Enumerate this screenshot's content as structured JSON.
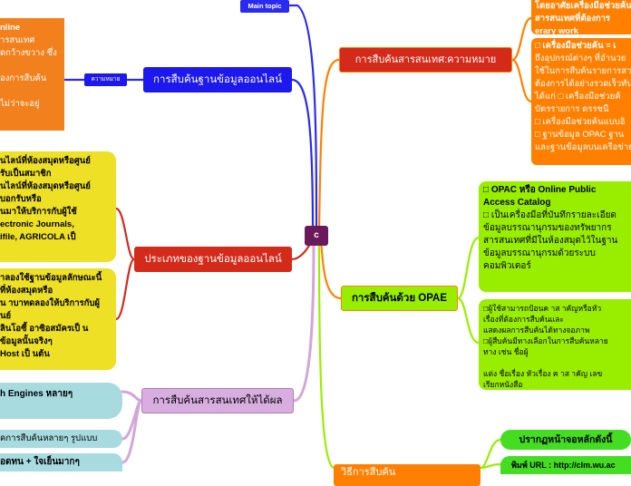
{
  "center": {
    "label": "c"
  },
  "main_topic": {
    "label": "Main topic"
  },
  "colors": {
    "blue_branch": "#2b2bf0",
    "red_branch": "#d42a1a",
    "purple_branch": "#d4a5d6",
    "orange_branch": "#ff8000",
    "green_branch": "#99ee00",
    "yellow": "#ede025",
    "teal": "#a8dbe0",
    "center": "#6a1a5a"
  },
  "left": {
    "online_db": {
      "title": "การสืบค้นฐานข้อมูลออนไลน์",
      "tag": "ความหมาย",
      "note_lines": [
        "nline",
        "ารสนเทศ",
        "ดกว้างขวาง ซึ่ง",
        "",
        "องการสืบค้น",
        "",
        "ไม่ว่าจะอยู่"
      ]
    },
    "db_types": {
      "title": "ประเภทของฐานข้อมูลออนไลน์",
      "note1_lines": [
        "นไลน์ที่ห้องสมุดหรือศูนย์",
        "รับเป็นสมาชิก",
        "นไลน์ที่ห้องสมุดหรือศูนย์",
        " บอกรับหรือ",
        "นมาให้บริการกับผู้ใช้",
        "ectronic Journals,",
        "ifile, AGRICOLA เป็"
      ],
      "note2_lines": [
        "าลองใช้ฐานข้อมูลลักษณะนี้",
        "ที่ห้องสมุดหรือ",
        "น าบาทดลองให้บริการกับผู้",
        "นย์",
        "ลินโอซี้ อาซิอสมัครเป็ น",
        "ข้อมูลนั้นจริงๆ",
        " Host เป็ นต้น"
      ]
    },
    "effective": {
      "title": "การสืบค้นสารสนเทศให้ได้ผล",
      "item1": "h Engines หลายๆ",
      "item2": "คการสืบค้นหลายๆ รูปแบบ",
      "item3": "อดทน + ใจเย็นมากๆ"
    }
  },
  "right": {
    "meaning": {
      "title": "การสืบค้นสารสนเทศ:ความหมาย",
      "note1_lines": [
        "โดยอาศัยเครื่องมือช่วยค้น",
        "สารสนเทศที่ต้องการ",
        "erary work"
      ],
      "note2_lines": [
        "□ เครื่องมือช่วยค้น = เ",
        "ถึงอุปกรณ์ต่างๆ ที่อำนวย",
        "ใช้ในการสืบค้นรายการสา",
        "ต้องการได้อย่างรวดเร็วทัน",
        "ได้แก่  □ เครื่องมือช่วยค้",
        "บัตรรายการ ดรรชนี",
        "□ เครื่องมือช่วยค้นแบบอิ",
        "□ ฐานข้อมูล OPAC ฐาน",
        "และฐานข้อมูลบนเครือข่าย"
      ]
    },
    "opac": {
      "title": "การสืบค้นด้วย OPAE",
      "note1_lines": [
        "□ OPAC หรือ Online Public",
        "Access Catalog",
        "□ เป็นเครื่องมือที่บันทึกรายละเอียด",
        "ข้อมูลบรรณานุกรมของทรัพยากร",
        "สารสนเทศที่มีในห้องสมุดไว้ในฐาน",
        "ข้อมูลบรรณานุกรมด้วยระบบ",
        "คอมพิวเตอร์"
      ],
      "note2_lines": [
        "□ผู้ใช้สามารถป้อนค าส าคัญหรือหัว",
        "เรื่องที่ต้องการสืบค้นและ",
        "แสดงผลการสืบค้นได้ทางจอภาพ",
        "□ผู้สืบค้นมีทางเลือกในการสืบค้นหลาย",
        "ทาง เช่น ชื่อผู้",
        "",
        "แต่ง ชื่อเรื่อง หัวเรื่อง ค าส าคัญ เลข",
        "เรียกหนังสือ"
      ]
    },
    "bottom": {
      "title": "วิธีการสืบค้น",
      "item1": "ปรากฏหน้าจอหลักดังนี้",
      "item2": "พิมพ์ URL : http://clm.wu.ac"
    }
  }
}
